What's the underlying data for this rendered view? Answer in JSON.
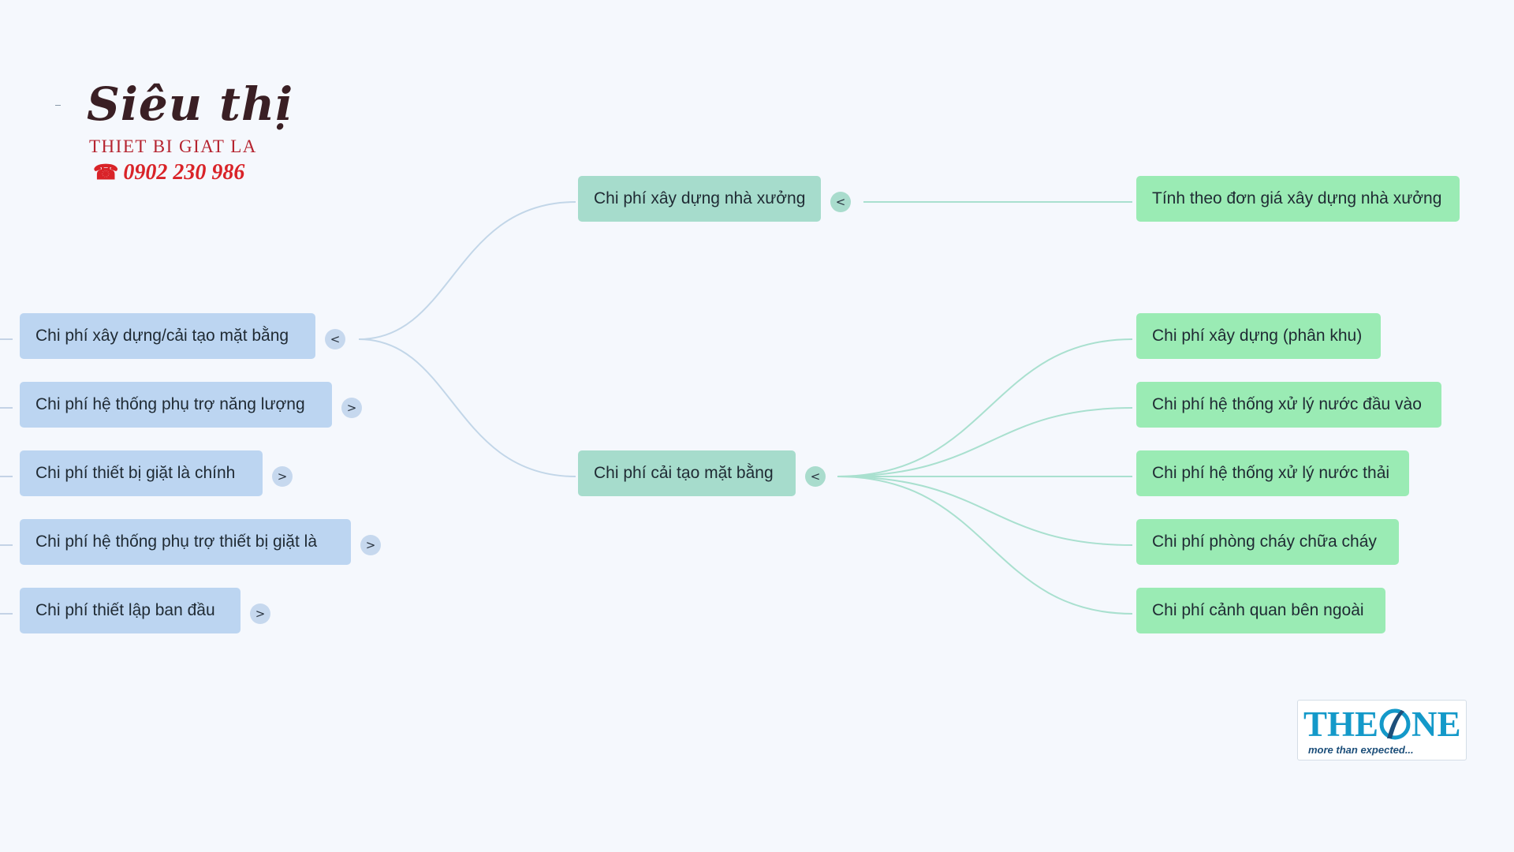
{
  "logo": {
    "title": "Siêu thị",
    "subtitle": "THIET BI GIAT LA",
    "phone": "0902 230 986",
    "phone_icon": "telephone-icon"
  },
  "brand": {
    "name_left": "THE",
    "name_right": "NE",
    "tagline": "more than expected...",
    "color": "#1499c9"
  },
  "mindmap": {
    "left_nodes": [
      {
        "label": "Chi phí xây dựng/cải tạo mặt bằng",
        "toggle": "<"
      },
      {
        "label": "Chi phí hệ thống phụ trợ năng lượng",
        "toggle": ">"
      },
      {
        "label": "Chi phí thiết bị giặt là chính",
        "toggle": ">"
      },
      {
        "label": "Chi phí hệ thống phụ trợ thiết bị giặt là",
        "toggle": ">"
      },
      {
        "label": "Chi phí thiết lập ban đầu",
        "toggle": ">"
      }
    ],
    "middle_nodes": [
      {
        "label": "Chi phí xây dựng nhà xưởng",
        "toggle": "<"
      },
      {
        "label": "Chi phí cải tạo mặt bằng",
        "toggle": "<"
      }
    ],
    "right_nodes_1": [
      {
        "label": "Tính theo đơn giá xây dựng nhà xưởng"
      }
    ],
    "right_nodes_2": [
      {
        "label": "Chi phí xây dựng (phân khu)"
      },
      {
        "label": "Chi phí hệ thống xử lý nước đầu vào"
      },
      {
        "label": "Chi phí hệ thống xử lý nước thải"
      },
      {
        "label": "Chi phí phòng cháy chữa cháy"
      },
      {
        "label": "Chi phí cảnh quan bên ngoài"
      }
    ],
    "colors": {
      "level1": "#bcd5f1",
      "level2": "#a6dccc",
      "level3": "#9aebb4",
      "link_blue": "#c2d6e8",
      "link_teal": "#a9e0cf"
    }
  }
}
